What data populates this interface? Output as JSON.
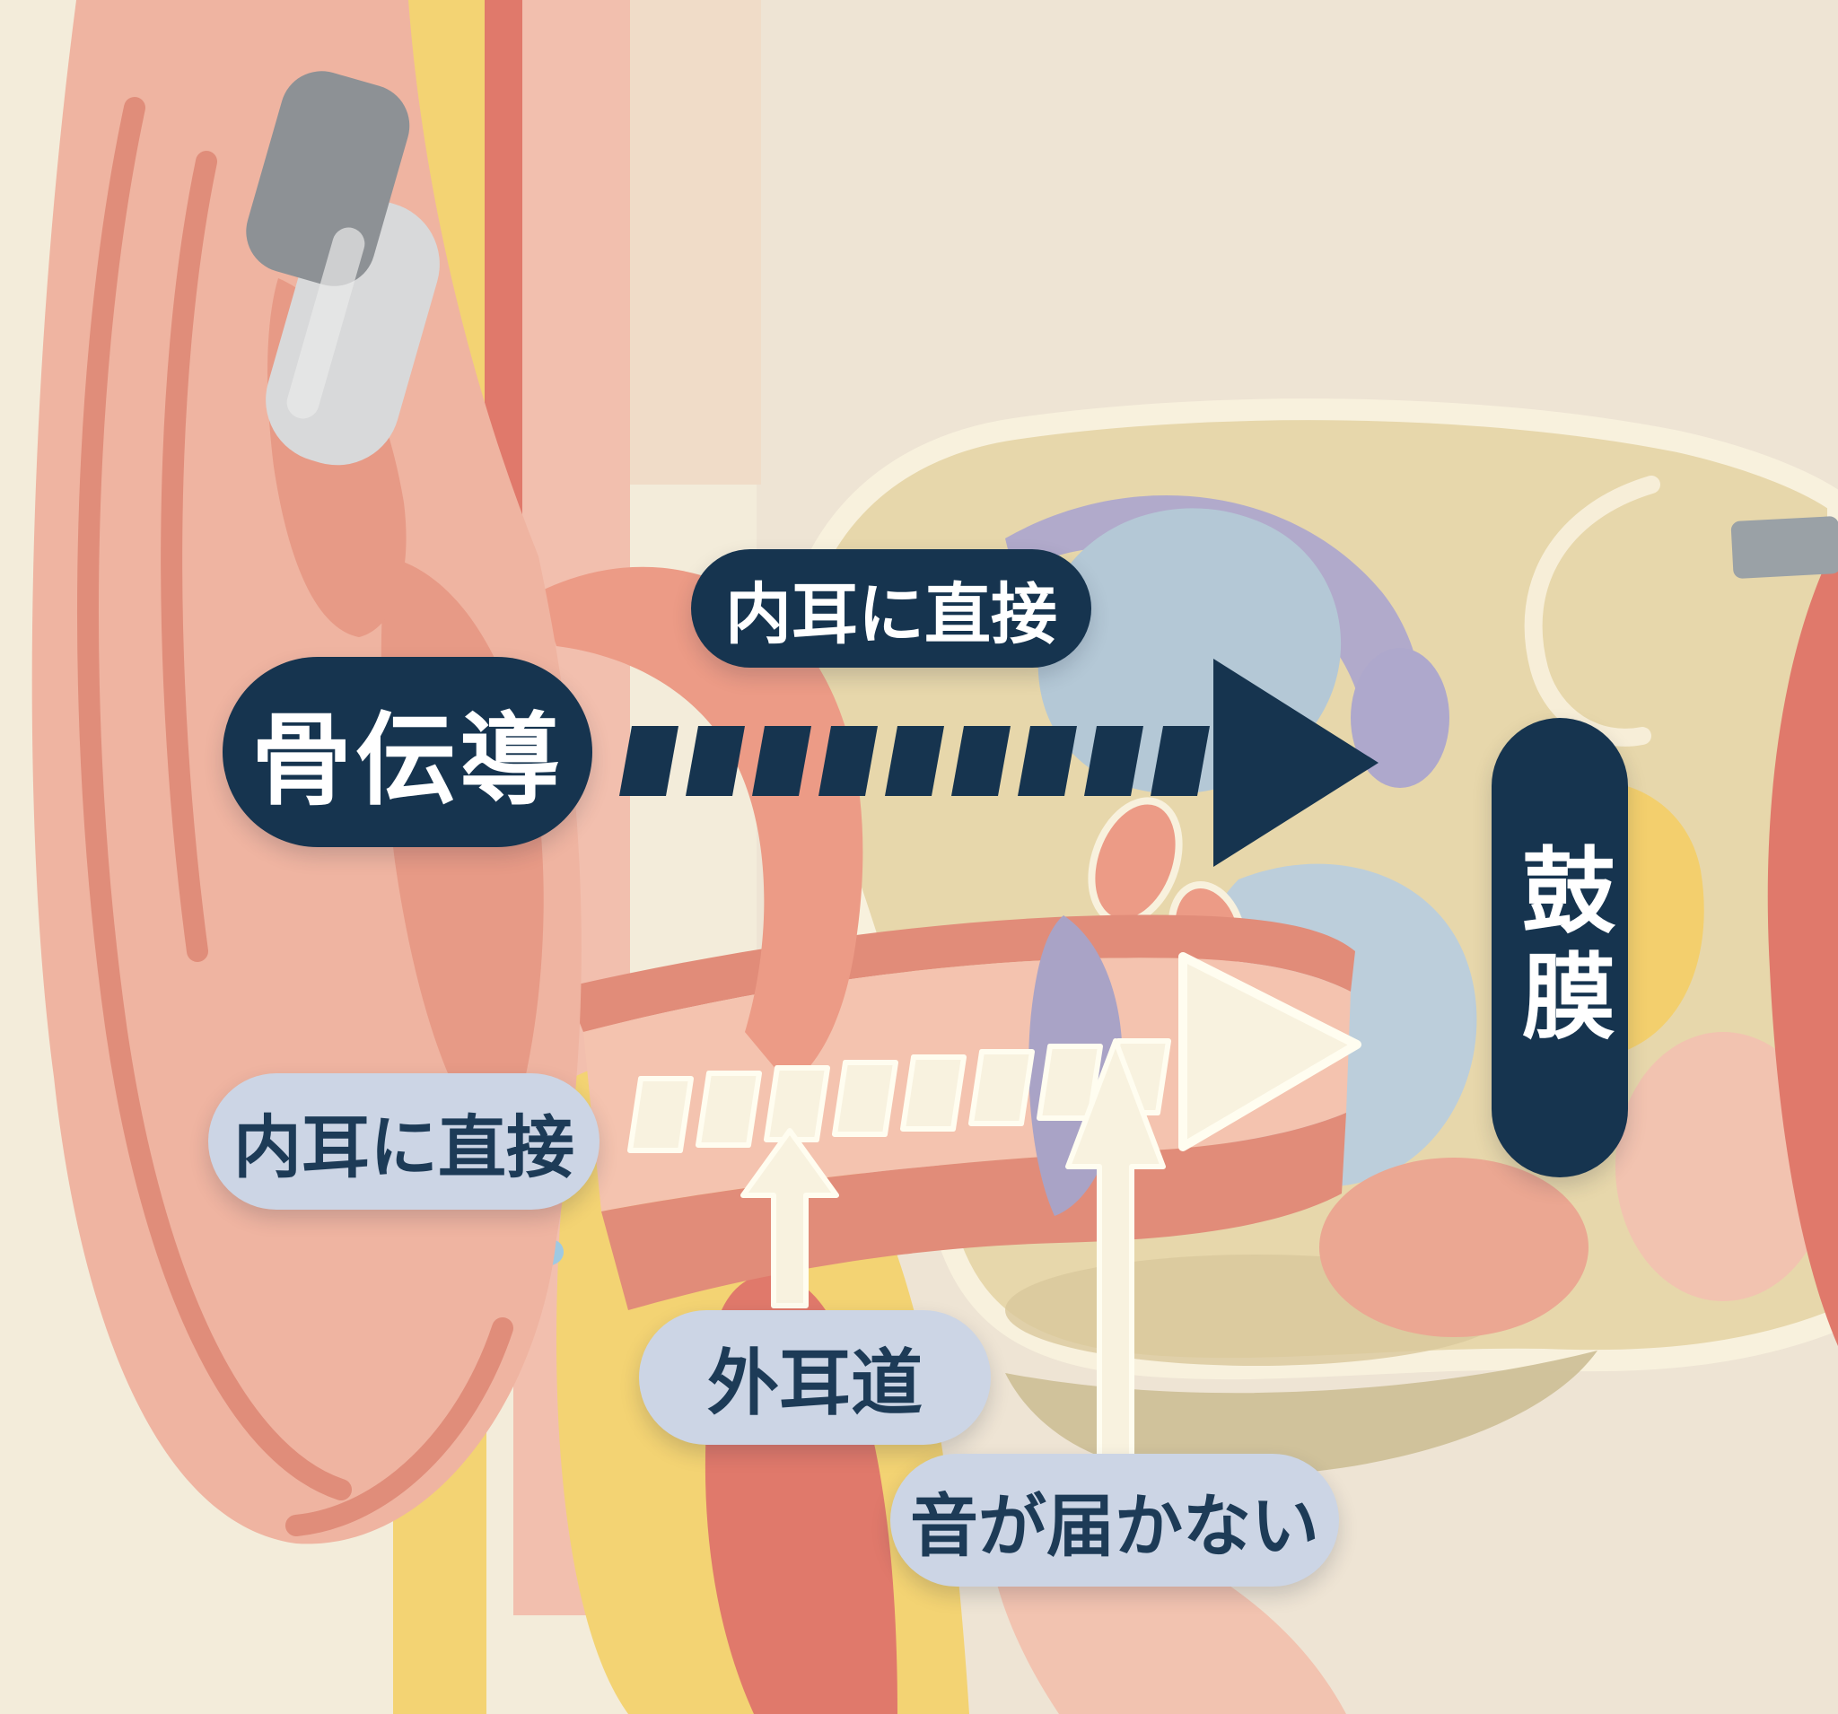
{
  "labels": {
    "bone_conduction": "骨伝導",
    "bone_path_note": "内耳に直接",
    "eardrum": "鼓膜",
    "air_path_note": "内耳に直接",
    "ear_canal": "外耳道",
    "sound_blocked": "音が届かない"
  },
  "arrows": {
    "bone_conduction_arrow": "dashed-navy-right-arrow",
    "air_conduction_arrow": "dashed-cream-right-arrow",
    "canal_up_arrow": "cream-up-arrow",
    "blocked_up_arrow": "cream-up-arrow"
  },
  "colors": {
    "background": "#f3ecda",
    "panel_right": "#ece1d1",
    "navy": "#16344f",
    "navy_text": "#1d3b57",
    "label_light": "#ccd5e5",
    "cream": "#f8f2df",
    "cream_stroke": "#fffdf0",
    "skin": "#efb4a1",
    "skin_mid": "#e79a86",
    "skin_deep": "#dd8672",
    "line_salmon": "#e08d7a",
    "band_yellow": "#f3d373",
    "band_red": "#e0796b",
    "band_pink": "#f2bfae",
    "band_pale": "#f0dcc8",
    "bone": "#e7d7ab",
    "bone_edge": "#f8f1dd",
    "bone_shade": "#d9c89c",
    "cochlea_blue": "#b4c8d6",
    "cochlea_blue2": "#bccedb",
    "lavender": "#aea8cc",
    "purple": "#a9a3c6",
    "accent_yellow": "#f3cf6d",
    "pink_blob": "#eba792",
    "pink_soft": "#f2c3b0",
    "arch": "#ec9b86",
    "canal_wall": "#e18c79",
    "canal_inner": "#f4c3af",
    "device_gray": "#d8d9da",
    "device_dark": "#8d9195",
    "wire_gray": "#9aa1a6",
    "blue_small": "#9fc9e2",
    "khaki": "#ccbe95"
  }
}
